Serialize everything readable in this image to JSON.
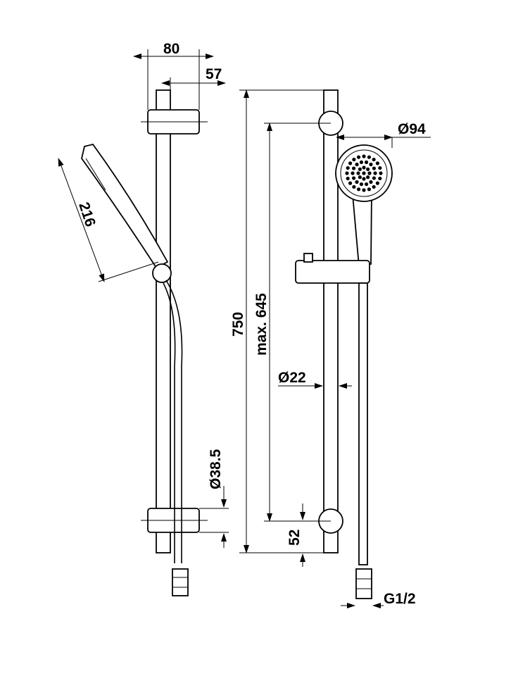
{
  "title": "Shower rail set dimension drawing",
  "dimensions": {
    "bracket_width": "80",
    "bracket_offset": "57",
    "handshower_length": "216",
    "rail_length": "750",
    "max_spacing": "max. 645",
    "head_diameter": "Ø94",
    "rail_diameter": "Ø22",
    "bracket_diameter": "Ø38.5",
    "bottom_offset": "52",
    "connection": "G1/2"
  }
}
